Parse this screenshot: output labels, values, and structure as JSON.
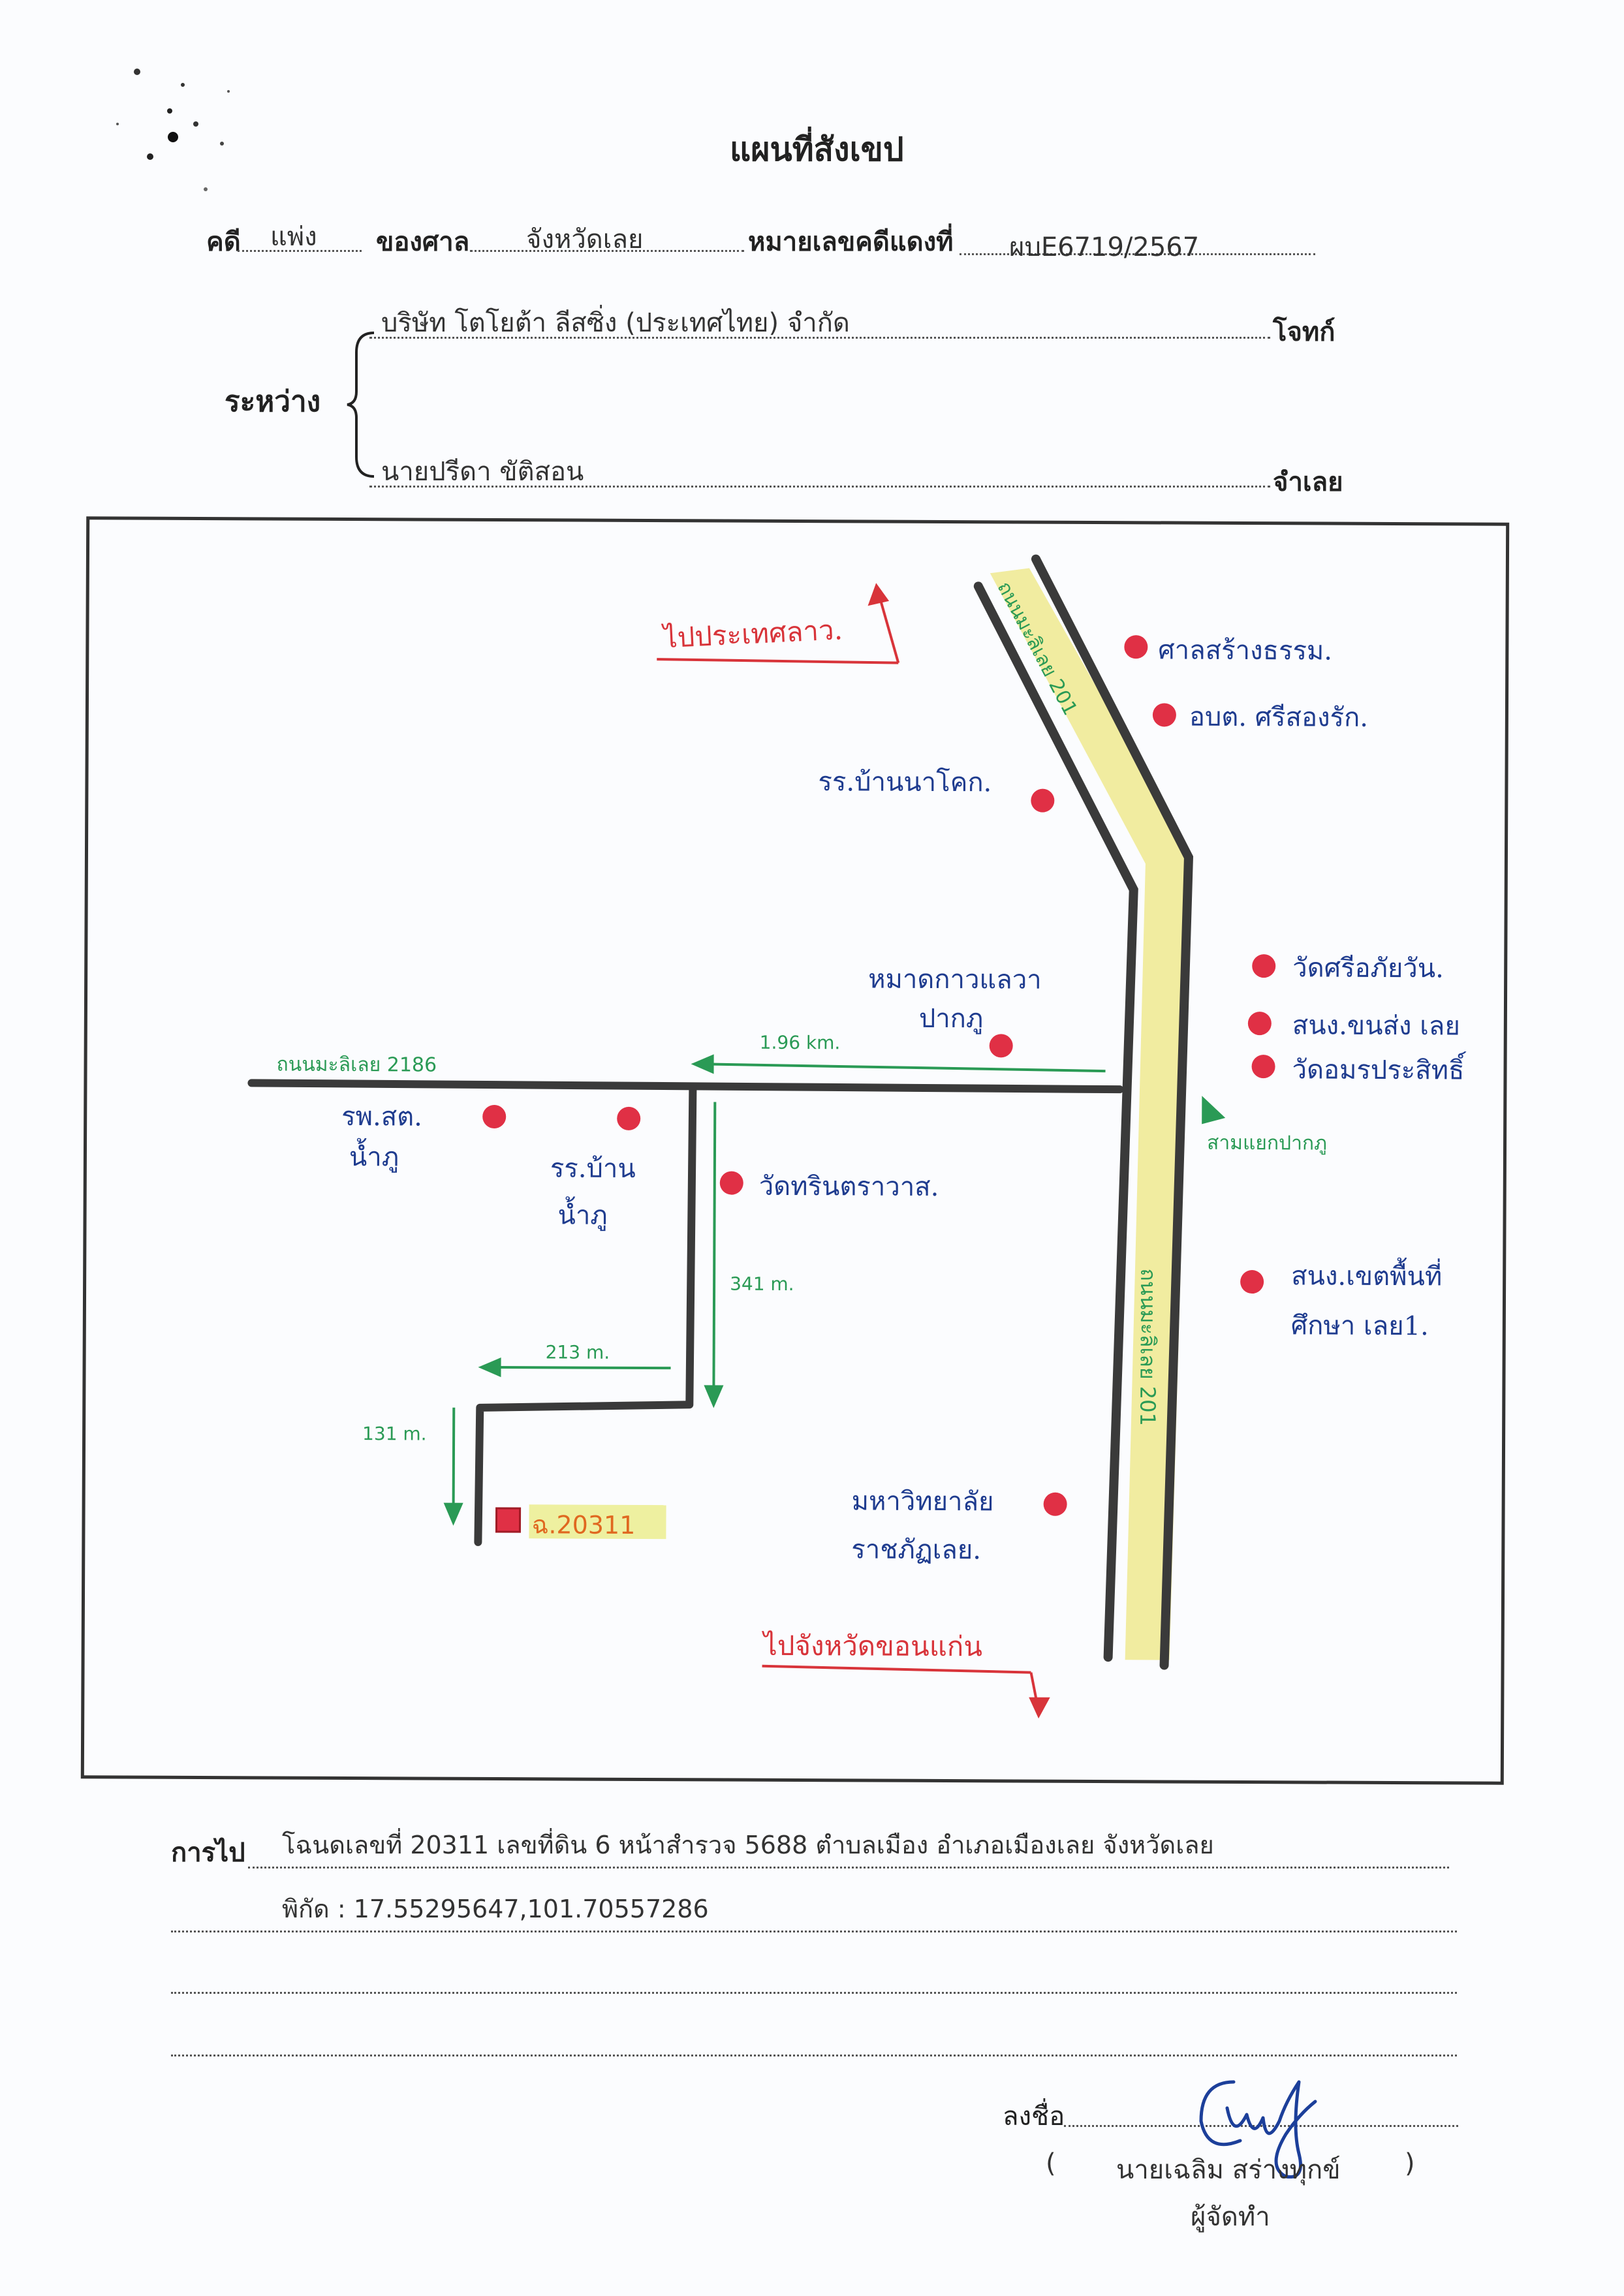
{
  "header": {
    "title": "แผนที่สังเขป"
  },
  "case_line": {
    "case_label": "คดี",
    "case_type": "แพ่ง",
    "court_label": "ของศาล",
    "court_value": "จังหวัดเลย",
    "red_number_label": "หมายเลขคดีแดงที่",
    "red_number_value": "ผบE6719/2567"
  },
  "parties": {
    "between_label": "ระหว่าง",
    "plaintiff_name": "บริษัท โตโยต้า ลีสซิ่ง (ประเทศไทย) จำกัด",
    "plaintiff_role": "โจทก์",
    "defendant_name": "นายปรีดา ขัติสอน",
    "defendant_role": "จำเลย"
  },
  "map": {
    "to_laos": "ไปประเทศลาว.",
    "to_khonkaen": "ไปจังหวัดขอนแก่น",
    "highway_label_1": "ถนนมะลิเลย 201",
    "highway_label_2": "ถนนมะลิเลย 201",
    "side_road_label": "ถนนมะลิเลย 2186",
    "junction_label": "สามแยกปากภู",
    "dist_1": "1.96 km.",
    "dist_2": "341 m.",
    "dist_3": "213 m.",
    "dist_4": "131 m.",
    "parcel_label": "ฉ.20311",
    "landmarks": {
      "court": "ศาลสร้างธรรม.",
      "sao": "อบต. ศรีสองรัก.",
      "school_nakok": "รร.บ้านนาโคก.",
      "market": "หมาดกาวแลวา",
      "market_2": "ปากภู",
      "wat_si": "วัดศรีอภัยวัน.",
      "office": "สนง.ขนส่ง เลย",
      "wat_amorn": "วัดอมรประสิทธิ์",
      "hospital_1": "รพ.สต.",
      "hospital_2": "น้ำภู",
      "school_nampu_1": "รร.บ้าน",
      "school_nampu_2": "น้ำภู",
      "wat_thin": "วัดทรินตราวาส.",
      "edu_1": "สนง.เขตพื้นที่",
      "edu_2": "ศึกษา เลย1.",
      "uni_1": "มหาวิทยาลัย",
      "uni_2": "ราชภัฏเลย."
    }
  },
  "directions": {
    "label": "การไป",
    "line1": "โฉนดเลขที่ 20311 เลขที่ดิน 6 หน้าสำรวจ 5688 ตำบลเมือง อำเภอเมืองเลย จังหวัดเลย",
    "line2": "พิกัด : 17.55295647,101.70557286"
  },
  "signature": {
    "label": "ลงชื่อ",
    "name": "นายเฉลิม  สร่างทุกข์",
    "open_paren": "(",
    "close_paren": ")",
    "role": "ผู้จัดทำ"
  },
  "colors": {
    "road": "#3a3a3a",
    "highlight": "#f1eca0",
    "dot": "#e03045",
    "green": "#2a9a55",
    "blue": "#1f3c8f",
    "red": "#d8343a"
  }
}
